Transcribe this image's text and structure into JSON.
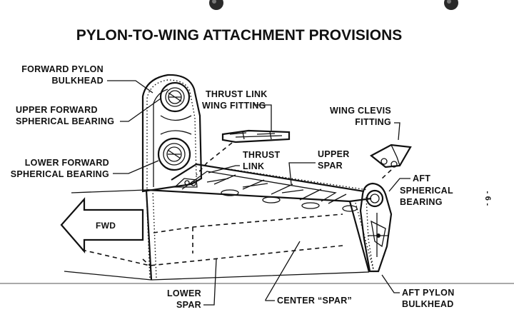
{
  "title": "PYLON-TO-WING ATTACHMENT PROVISIONS",
  "page_number": "- 6 -",
  "labels": {
    "forward_pylon_bulkhead": [
      "FORWARD PYLON",
      "BULKHEAD"
    ],
    "upper_forward_bearing": [
      "UPPER FORWARD",
      "SPHERICAL BEARING"
    ],
    "lower_forward_bearing": [
      "LOWER FORWARD",
      "SPHERICAL BEARING"
    ],
    "thrust_link_wing_fitting": [
      "THRUST LINK",
      "WING FITTING"
    ],
    "thrust_link": [
      "THRUST",
      "LINK"
    ],
    "upper_spar": [
      "UPPER",
      "SPAR"
    ],
    "wing_clevis_fitting": [
      "WING CLEVIS",
      "FITTING"
    ],
    "aft_spherical_bearing": [
      "AFT",
      "SPHERICAL",
      "BEARING"
    ],
    "lower_spar": [
      "LOWER",
      "SPAR"
    ],
    "center_spar": "CENTER “SPAR”",
    "aft_pylon_bulkhead": [
      "AFT PYLON",
      "BULKHEAD"
    ],
    "fwd_arrow": "FWD"
  }
}
